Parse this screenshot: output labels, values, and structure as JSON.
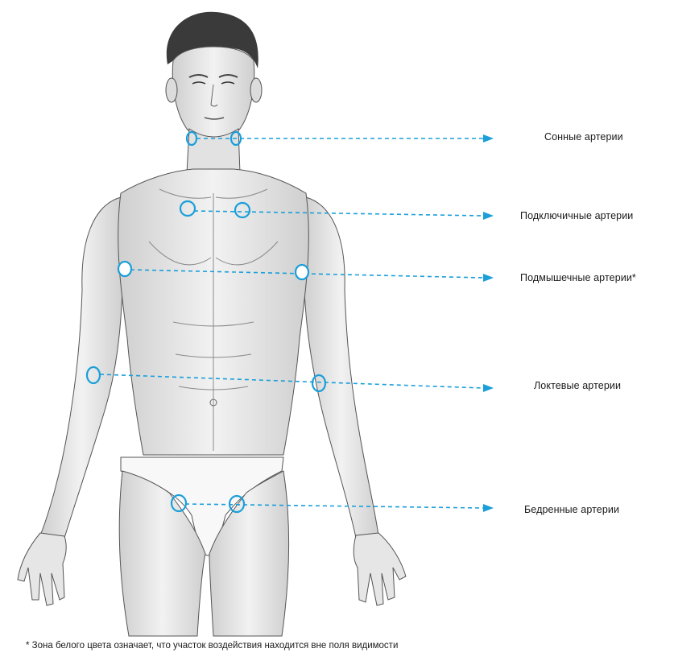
{
  "labels": {
    "carotid": "Сонные артерии",
    "subclavian": "Подключичные артерии",
    "axillary": "Подмышечные артерии*",
    "brachial": "Локтевые артерии",
    "femoral": "Бедренные артерии"
  },
  "footnote": "* Зона белого цвета означает, что участок воздействия находится вне поля видимости",
  "colors": {
    "accent": "#1a9fd9",
    "skin": "#ececec",
    "outline": "#555555"
  }
}
